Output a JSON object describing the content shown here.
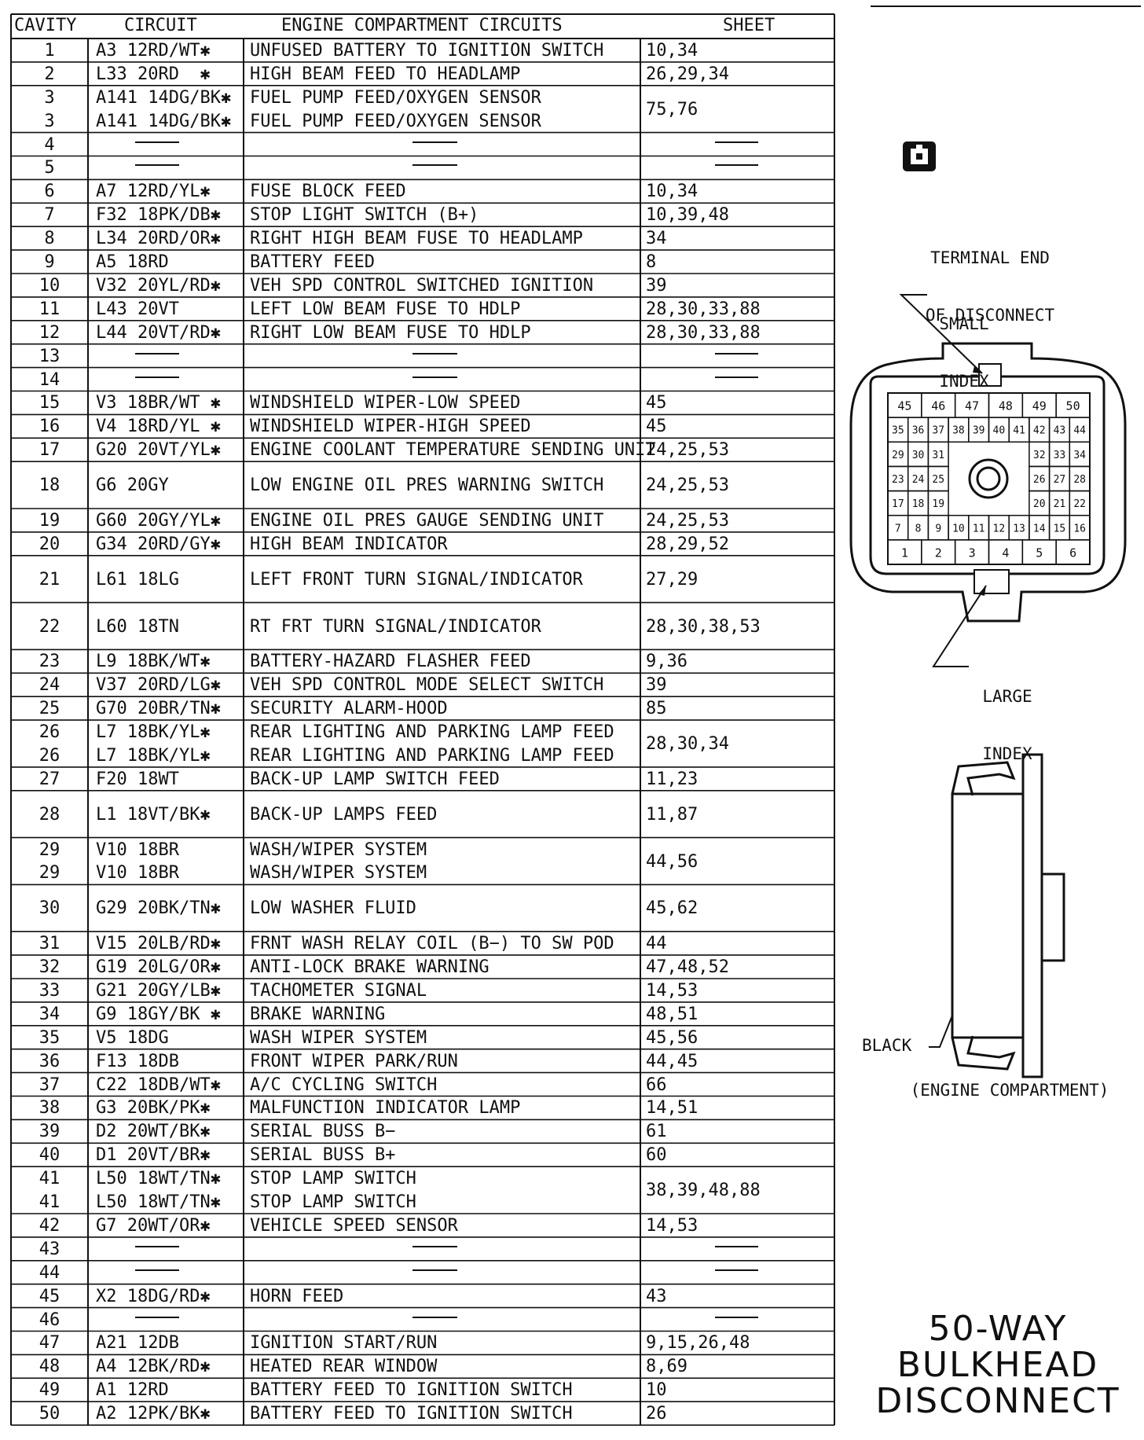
{
  "headers": {
    "cavity": "CAVITY",
    "circuit": "CIRCUIT",
    "description": "ENGINE COMPARTMENT CIRCUITS",
    "sheet": "SHEET"
  },
  "rows": [
    {
      "h": 1,
      "lines": [
        [
          "1",
          "A3 12RD/WT✱",
          "UNFUSED BATTERY TO IGNITION SWITCH"
        ]
      ],
      "sheet": "10,34"
    },
    {
      "h": 1,
      "lines": [
        [
          "2",
          "L33 20RD  ✱",
          "HIGH BEAM FEED TO HEADLAMP"
        ]
      ],
      "sheet": "26,29,34"
    },
    {
      "h": 2,
      "lines": [
        [
          "3",
          "A141 14DG/BK✱",
          "FUEL PUMP FEED/OXYGEN SENSOR"
        ],
        [
          "3",
          "A141 14DG/BK✱",
          "FUEL PUMP FEED/OXYGEN SENSOR"
        ]
      ],
      "sheet": "75,76"
    },
    {
      "h": 1,
      "lines": [
        [
          "4",
          "",
          ""
        ]
      ],
      "sheet": "",
      "blank": true
    },
    {
      "h": 1,
      "lines": [
        [
          "5",
          "",
          ""
        ]
      ],
      "sheet": "",
      "blank": true
    },
    {
      "h": 1,
      "lines": [
        [
          "6",
          "A7 12RD/YL✱",
          "FUSE BLOCK FEED"
        ]
      ],
      "sheet": "10,34"
    },
    {
      "h": 1,
      "lines": [
        [
          "7",
          "F32 18PK/DB✱",
          "STOP LIGHT SWITCH (B+)"
        ]
      ],
      "sheet": "10,39,48"
    },
    {
      "h": 1,
      "lines": [
        [
          "8",
          "L34 20RD/OR✱",
          "RIGHT HIGH BEAM FUSE TO HEADLAMP"
        ]
      ],
      "sheet": "34"
    },
    {
      "h": 1,
      "lines": [
        [
          "9",
          "A5 18RD",
          "BATTERY FEED"
        ]
      ],
      "sheet": "8"
    },
    {
      "h": 1,
      "lines": [
        [
          "10",
          "V32 20YL/RD✱",
          "VEH SPD CONTROL SWITCHED IGNITION"
        ]
      ],
      "sheet": "39"
    },
    {
      "h": 1,
      "lines": [
        [
          "11",
          "L43 20VT",
          "LEFT LOW BEAM FUSE TO HDLP"
        ]
      ],
      "sheet": "28,30,33,88"
    },
    {
      "h": 1,
      "lines": [
        [
          "12",
          "L44 20VT/RD✱",
          "RIGHT LOW BEAM FUSE TO HDLP"
        ]
      ],
      "sheet": "28,30,33,88"
    },
    {
      "h": 1,
      "lines": [
        [
          "13",
          "",
          ""
        ]
      ],
      "sheet": "",
      "blank": true
    },
    {
      "h": 1,
      "lines": [
        [
          "14",
          "",
          ""
        ]
      ],
      "sheet": "",
      "blank": true
    },
    {
      "h": 1,
      "lines": [
        [
          "15",
          "V3 18BR/WT ✱",
          "WINDSHIELD WIPER-LOW SPEED"
        ]
      ],
      "sheet": "45"
    },
    {
      "h": 1,
      "lines": [
        [
          "16",
          "V4 18RD/YL ✱",
          "WINDSHIELD WIPER-HIGH SPEED"
        ]
      ],
      "sheet": "45"
    },
    {
      "h": 1,
      "lines": [
        [
          "17",
          "G20 20VT/YL✱",
          "ENGINE COOLANT TEMPERATURE SENDING UNIT"
        ]
      ],
      "sheet": "24,25,53"
    },
    {
      "h": 2,
      "lines": [
        [
          "18",
          "G6 20GY",
          "LOW ENGINE OIL PRES WARNING SWITCH"
        ]
      ],
      "sheet": "24,25,53"
    },
    {
      "h": 1,
      "lines": [
        [
          "19",
          "G60 20GY/YL✱",
          "ENGINE OIL PRES GAUGE SENDING UNIT"
        ]
      ],
      "sheet": "24,25,53"
    },
    {
      "h": 1,
      "lines": [
        [
          "20",
          "G34 20RD/GY✱",
          "HIGH BEAM INDICATOR"
        ]
      ],
      "sheet": "28,29,52"
    },
    {
      "h": 2,
      "lines": [
        [
          "21",
          "L61 18LG",
          "LEFT FRONT TURN SIGNAL/INDICATOR"
        ]
      ],
      "sheet": "27,29"
    },
    {
      "h": 2,
      "lines": [
        [
          "22",
          "L60 18TN",
          "RT FRT TURN SIGNAL/INDICATOR"
        ]
      ],
      "sheet": "28,30,38,53"
    },
    {
      "h": 1,
      "lines": [
        [
          "23",
          "L9 18BK/WT✱",
          "BATTERY-HAZARD FLASHER FEED"
        ]
      ],
      "sheet": "9,36"
    },
    {
      "h": 1,
      "lines": [
        [
          "24",
          "V37 20RD/LG✱",
          "VEH SPD CONTROL MODE SELECT SWITCH"
        ]
      ],
      "sheet": "39"
    },
    {
      "h": 1,
      "lines": [
        [
          "25",
          "G70 20BR/TN✱",
          "SECURITY ALARM-HOOD"
        ]
      ],
      "sheet": "85"
    },
    {
      "h": 2,
      "lines": [
        [
          "26",
          "L7 18BK/YL✱",
          "REAR LIGHTING AND PARKING LAMP FEED"
        ],
        [
          "26",
          "L7 18BK/YL✱",
          "REAR LIGHTING AND PARKING LAMP FEED"
        ]
      ],
      "sheet": "28,30,34"
    },
    {
      "h": 1,
      "lines": [
        [
          "27",
          "F20 18WT",
          "BACK-UP LAMP SWITCH FEED"
        ]
      ],
      "sheet": "11,23"
    },
    {
      "h": 2,
      "lines": [
        [
          "28",
          "L1 18VT/BK✱",
          "BACK-UP LAMPS FEED"
        ]
      ],
      "sheet": "11,87"
    },
    {
      "h": 2,
      "lines": [
        [
          "29",
          "V10 18BR",
          "WASH/WIPER SYSTEM"
        ],
        [
          "29",
          "V10 18BR",
          "WASH/WIPER SYSTEM"
        ]
      ],
      "sheet": "44,56"
    },
    {
      "h": 2,
      "lines": [
        [
          "30",
          "G29 20BK/TN✱",
          "LOW WASHER FLUID"
        ]
      ],
      "sheet": "45,62"
    },
    {
      "h": 1,
      "lines": [
        [
          "31",
          "V15 20LB/RD✱",
          "FRNT WASH RELAY COIL (B−) TO SW POD"
        ]
      ],
      "sheet": "44"
    },
    {
      "h": 1,
      "lines": [
        [
          "32",
          "G19 20LG/OR✱",
          "ANTI-LOCK BRAKE WARNING"
        ]
      ],
      "sheet": "47,48,52"
    },
    {
      "h": 1,
      "lines": [
        [
          "33",
          "G21 20GY/LB✱",
          "TACHOMETER SIGNAL"
        ]
      ],
      "sheet": "14,53"
    },
    {
      "h": 1,
      "lines": [
        [
          "34",
          "G9 18GY/BK ✱",
          "BRAKE WARNING"
        ]
      ],
      "sheet": "48,51"
    },
    {
      "h": 1,
      "lines": [
        [
          "35",
          "V5 18DG",
          "WASH WIPER SYSTEM"
        ]
      ],
      "sheet": "45,56"
    },
    {
      "h": 1,
      "lines": [
        [
          "36",
          "F13 18DB",
          "FRONT WIPER PARK/RUN"
        ]
      ],
      "sheet": "44,45"
    },
    {
      "h": 1,
      "lines": [
        [
          "37",
          "C22 18DB/WT✱",
          "A/C CYCLING SWITCH"
        ]
      ],
      "sheet": "66"
    },
    {
      "h": 1,
      "lines": [
        [
          "38",
          "G3 20BK/PK✱",
          "MALFUNCTION INDICATOR LAMP"
        ]
      ],
      "sheet": "14,51"
    },
    {
      "h": 1,
      "lines": [
        [
          "39",
          "D2 20WT/BK✱",
          "SERIAL BUSS B−"
        ]
      ],
      "sheet": "61"
    },
    {
      "h": 1,
      "lines": [
        [
          "40",
          "D1 20VT/BR✱",
          "SERIAL BUSS B+"
        ]
      ],
      "sheet": "60"
    },
    {
      "h": 2,
      "lines": [
        [
          "41",
          "L50 18WT/TN✱",
          "STOP LAMP SWITCH"
        ],
        [
          "41",
          "L50 18WT/TN✱",
          "STOP LAMP SWITCH"
        ]
      ],
      "sheet": "38,39,48,88"
    },
    {
      "h": 1,
      "lines": [
        [
          "42",
          "G7 20WT/OR✱",
          "VEHICLE SPEED SENSOR"
        ]
      ],
      "sheet": "14,53"
    },
    {
      "h": 1,
      "lines": [
        [
          "43",
          "",
          ""
        ]
      ],
      "sheet": "",
      "blank": true
    },
    {
      "h": 1,
      "lines": [
        [
          "44",
          "",
          ""
        ]
      ],
      "sheet": "",
      "blank": true
    },
    {
      "h": 1,
      "lines": [
        [
          "45",
          "X2 18DG/RD✱",
          "HORN FEED"
        ]
      ],
      "sheet": "43"
    },
    {
      "h": 1,
      "lines": [
        [
          "46",
          "",
          ""
        ]
      ],
      "sheet": "",
      "blank": true
    },
    {
      "h": 1,
      "lines": [
        [
          "47",
          "A21 12DB",
          "IGNITION START/RUN"
        ]
      ],
      "sheet": "9,15,26,48"
    },
    {
      "h": 1,
      "lines": [
        [
          "48",
          "A4 12BK/RD✱",
          "HEATED REAR WINDOW"
        ]
      ],
      "sheet": "8,69"
    },
    {
      "h": 1,
      "lines": [
        [
          "49",
          "A1 12RD",
          "BATTERY FEED TO IGNITION SWITCH"
        ]
      ],
      "sheet": "10"
    },
    {
      "h": 1,
      "lines": [
        [
          "50",
          "A2 12PK/BK✱",
          "BATTERY FEED TO IGNITION SWITCH"
        ]
      ],
      "sheet": "26"
    }
  ],
  "diagram": {
    "terminal_end": [
      "TERMINAL END",
      "OF DISCONNECT"
    ],
    "small_index": [
      "SMALL",
      "INDEX"
    ],
    "large_index": [
      "LARGE",
      "INDEX"
    ],
    "black_label": "BLACK",
    "engine_compartment": "(ENGINE COMPARTMENT)",
    "title_lines": [
      "50-WAY",
      "BULKHEAD",
      "DISCONNECT"
    ],
    "connector_rows": [
      [
        "45",
        "46",
        "47",
        "48",
        "49",
        "50"
      ],
      [
        "35",
        "36",
        "37",
        "38",
        "39",
        "40",
        "41",
        "42",
        "43",
        "44"
      ],
      [
        "29",
        "30",
        "31",
        "32",
        "33",
        "34"
      ],
      [
        "23",
        "24",
        "25",
        "26",
        "27",
        "28"
      ],
      [
        "17",
        "18",
        "19",
        "20",
        "21",
        "22"
      ],
      [
        "7",
        "8",
        "9",
        "10",
        "11",
        "12",
        "13",
        "14",
        "15",
        "16"
      ],
      [
        "1",
        "2",
        "3",
        "4",
        "5",
        "6"
      ]
    ]
  }
}
